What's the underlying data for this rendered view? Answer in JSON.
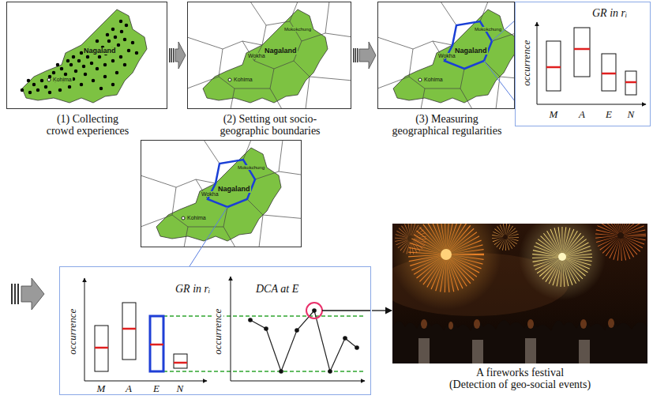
{
  "diagram": {
    "nodes": [
      {
        "text": [
          "(1) Collecting crowd experiences"
        ]
      },
      {
        "text": [
          "(2) Setting out socio-geographic boundaries"
        ]
      },
      {
        "text": [
          "(3) Measuring geographical regularities"
        ]
      },
      {
        "text": [
          "GR in rᵢ"
        ]
      },
      {
        "text": [
          "GR in rᵢ",
          "DCA at E"
        ]
      },
      {
        "text": [
          "A fireworks festival",
          "(Detection of geo-social events)"
        ]
      }
    ],
    "edges": [
      {
        "from": 0,
        "to": 1,
        "arrow": "to"
      },
      {
        "from": 1,
        "to": 2,
        "arrow": "to"
      },
      {
        "from": 4,
        "to": 5,
        "arrow": "to"
      }
    ],
    "labels": [
      "Nagaland",
      "Kohima",
      "Mokokchung",
      "Wokha",
      "Nagaland",
      "Kohima",
      "Mokokchung",
      "Wokha",
      "Nagaland",
      "Kohima",
      "occurrence",
      "M",
      "A",
      "E",
      "N",
      "Mokokchung",
      "Wokha",
      "Nagaland",
      "Kohima",
      "occurrence",
      "M",
      "A",
      "E",
      "N",
      "occurrence"
    ]
  }
}
